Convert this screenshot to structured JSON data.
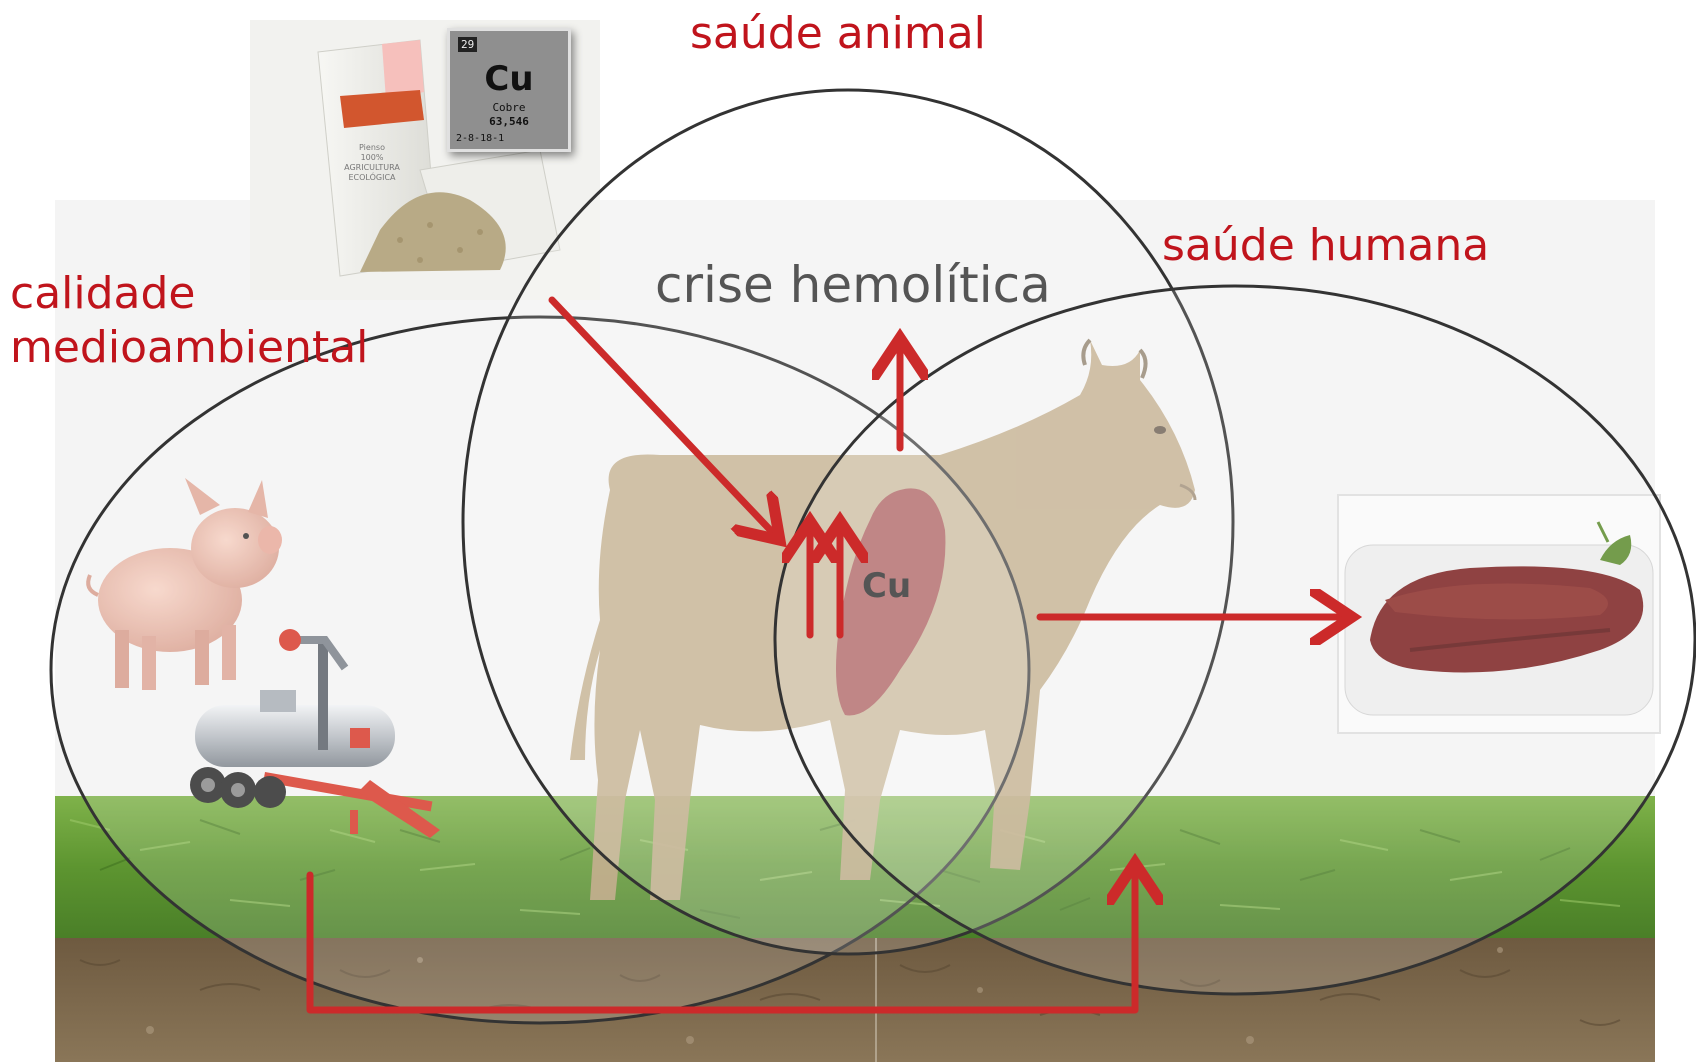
{
  "labels": {
    "saude_animal": "saúde animal",
    "saude_humana": "saúde humana",
    "calidade_line1": "calidade",
    "calidade_line2": "medioambiental",
    "crise": "crise hemolítica",
    "liver_element": "Cu"
  },
  "element_card": {
    "number": "29",
    "symbol": "Cu",
    "name": "Cobre",
    "mass": "63,546",
    "config": "2-8-18-1"
  },
  "feed_bag": {
    "line1": "Pienso",
    "line2": "100%",
    "line3": "AGRICULTURA",
    "line4": "ECOLÓGICA"
  },
  "colors": {
    "accent_red": "#c0141c",
    "arrow_red": "#cc2a2a",
    "circle_stroke": "#333333",
    "grass": "#5f9a2e",
    "soil": "#7a6448",
    "cow": "#b89c74",
    "liver": "#8e2026",
    "meat": "#7a1e1e"
  },
  "icons": [
    "pig-icon",
    "slurry-tanker-icon",
    "cow-icon",
    "liver-icon",
    "meat-tray-icon",
    "feed-bag-icon",
    "periodic-element-card"
  ]
}
